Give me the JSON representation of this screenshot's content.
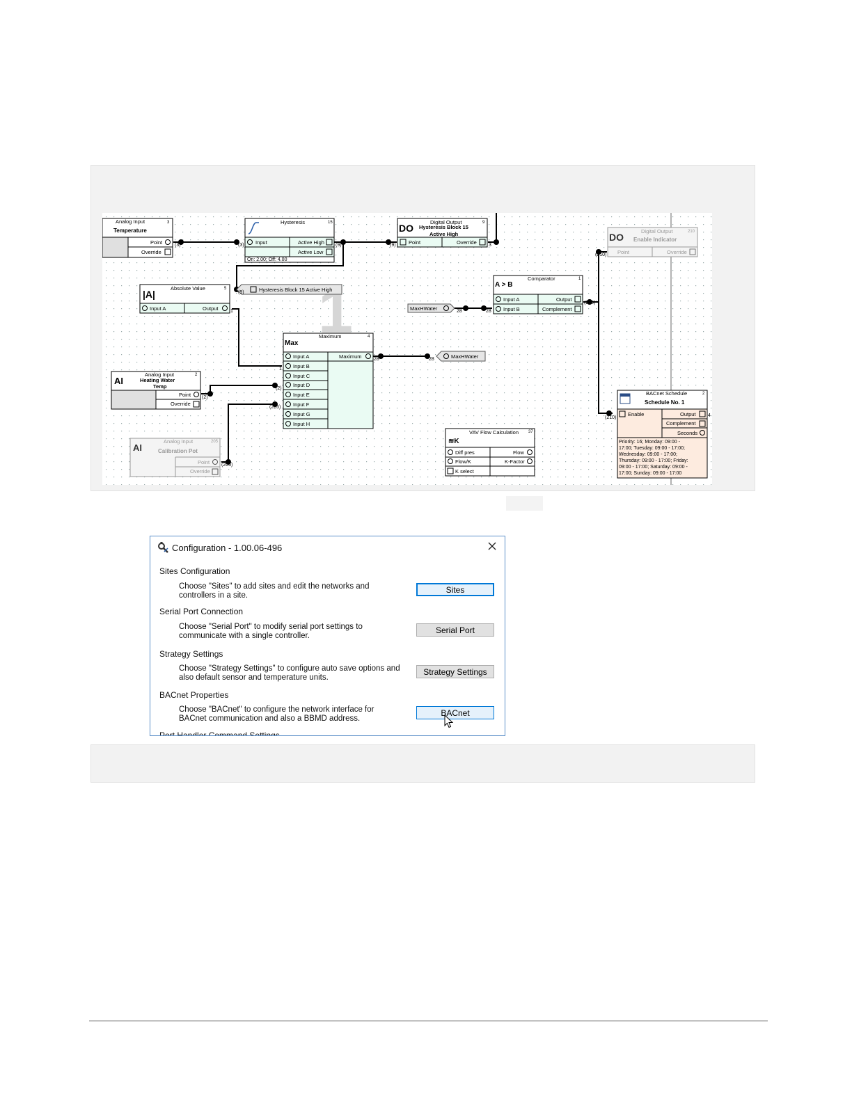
{
  "diagram": {
    "blocks": [
      {
        "id": "ai_temp",
        "type": "Analog Input",
        "num": "3",
        "name": "Temperature",
        "outputs": [
          "Point",
          "Override"
        ]
      },
      {
        "id": "hyst",
        "type": "Hysteresis",
        "num": "15",
        "inputs": [
          "Input"
        ],
        "outputs": [
          "Active High",
          "Active Low"
        ],
        "footer": "On: 2.00; Off: 4.00"
      },
      {
        "id": "do_hyst",
        "type": "Digital Output",
        "num": "9",
        "icon": "DO",
        "name_l1": "Hysteresis Block 15",
        "name_l2": "Active High",
        "inputs": [
          "Point",
          "Override"
        ]
      },
      {
        "id": "do_en",
        "type": "Digital Output",
        "num": "210",
        "icon": "DO",
        "name": "Enable Indicator",
        "inputs": [
          "Point",
          "Override"
        ]
      },
      {
        "id": "absval",
        "type": "Absolute Value",
        "num": "5",
        "icon": "|A|",
        "inputs": [
          "Input A"
        ],
        "outputs": [
          "Output"
        ]
      },
      {
        "id": "comp",
        "type": "Comparator",
        "num": "1",
        "icon": "A > B",
        "inputs": [
          "Input A",
          "Input B"
        ],
        "outputs": [
          "Output",
          "Complement"
        ]
      },
      {
        "id": "max",
        "type": "Maximum",
        "num": "4",
        "icon": "Max",
        "inputs": [
          "Input A",
          "Input B",
          "Input C",
          "Input D",
          "Input E",
          "Input F",
          "Input G",
          "Input H"
        ],
        "outputs": [
          "Maximum"
        ]
      },
      {
        "id": "ai_hw",
        "type": "Analog Input",
        "num": "2",
        "icon": "AI",
        "name_l1": "Heating Water",
        "name_l2": "Temp",
        "outputs": [
          "Point",
          "Override"
        ]
      },
      {
        "id": "ai_cal",
        "type": "Analog Input",
        "num": "205",
        "icon": "AI",
        "name": "Calibration Pot",
        "outputs": [
          "Point",
          "Override"
        ]
      },
      {
        "id": "vav",
        "type": "VAV Flow Calculation",
        "num": "37",
        "inputs": [
          "Diff pres",
          "Flow/K",
          "K select"
        ],
        "outputs": [
          "Flow",
          "K-Factor"
        ]
      },
      {
        "id": "sched",
        "type": "BACnet Schedule",
        "num": "2",
        "name": "Schedule No. 1",
        "inputs": [
          "Enable"
        ],
        "outputs": [
          "Output",
          "Complement",
          "Seconds"
        ],
        "footer": [
          "Priority: 16; Monday: 09:00 -",
          "17:00; Tuesday: 09:00 - 17:00;",
          "Wednesday: 09:00 - 17:00;",
          "Thursday: 09:00 - 17:00; Friday:",
          "09:00 - 17:00; Saturday: 09:00 -",
          "17:00; Sunday: 09:00 - 17:00"
        ]
      }
    ],
    "labels": {
      "hyst_tag": "Hysteresis Block 15 Active High",
      "maxh_in": "MaxHWater",
      "maxh_out": "MaxHWater",
      "watermark": "1"
    },
    "wire_tags": {
      "t_ai3": "(3)",
      "t_hy_in": "(3)",
      "t_hy_out": "(9)",
      "t_do_in": "(9)",
      "t_do_out": "3",
      "t_hy_low": "(9)",
      "t_en": "(210)",
      "t_comp": "(210)",
      "t_sch": "(210)",
      "t_mh": "28",
      "t_mh2": "28",
      "t_maxout": "28",
      "t_maxout2": "28",
      "t_ai2": "(2)",
      "t_max_d": "(2)",
      "t_max_f": "(205)",
      "t_ai205": "(205)",
      "t_abs": "1",
      "t_max_a": "1",
      "t_sch_out": "4"
    }
  },
  "dialog": {
    "title": "Configuration - 1.00.06-496",
    "sections": [
      {
        "heading": "Sites Configuration",
        "desc": "Choose \"Sites\" to add sites and edit the networks and controllers in a site.",
        "button": "Sites"
      },
      {
        "heading": "Serial Port Connection",
        "desc": "Choose \"Serial Port\" to modify serial port settings to communicate with a single controller.",
        "button": "Serial Port"
      },
      {
        "heading": "Strategy Settings",
        "desc": "Choose \"Strategy Settings\" to configure auto save options and also default sensor and temperature units.",
        "button": "Strategy Settings"
      },
      {
        "heading": "BACnet Properties",
        "desc": "Choose \"BACnet\" to configure the network interface for BACnet communication and also a BBMD address.",
        "button": "BACnet"
      },
      {
        "heading": "Port Handler Command Settings"
      }
    ]
  },
  "colors": {
    "accent": "#0078d7",
    "block_fill": "#eafbf3",
    "schedule_fill": "#fdebdf",
    "panel_bg": "#f2f2f2"
  }
}
